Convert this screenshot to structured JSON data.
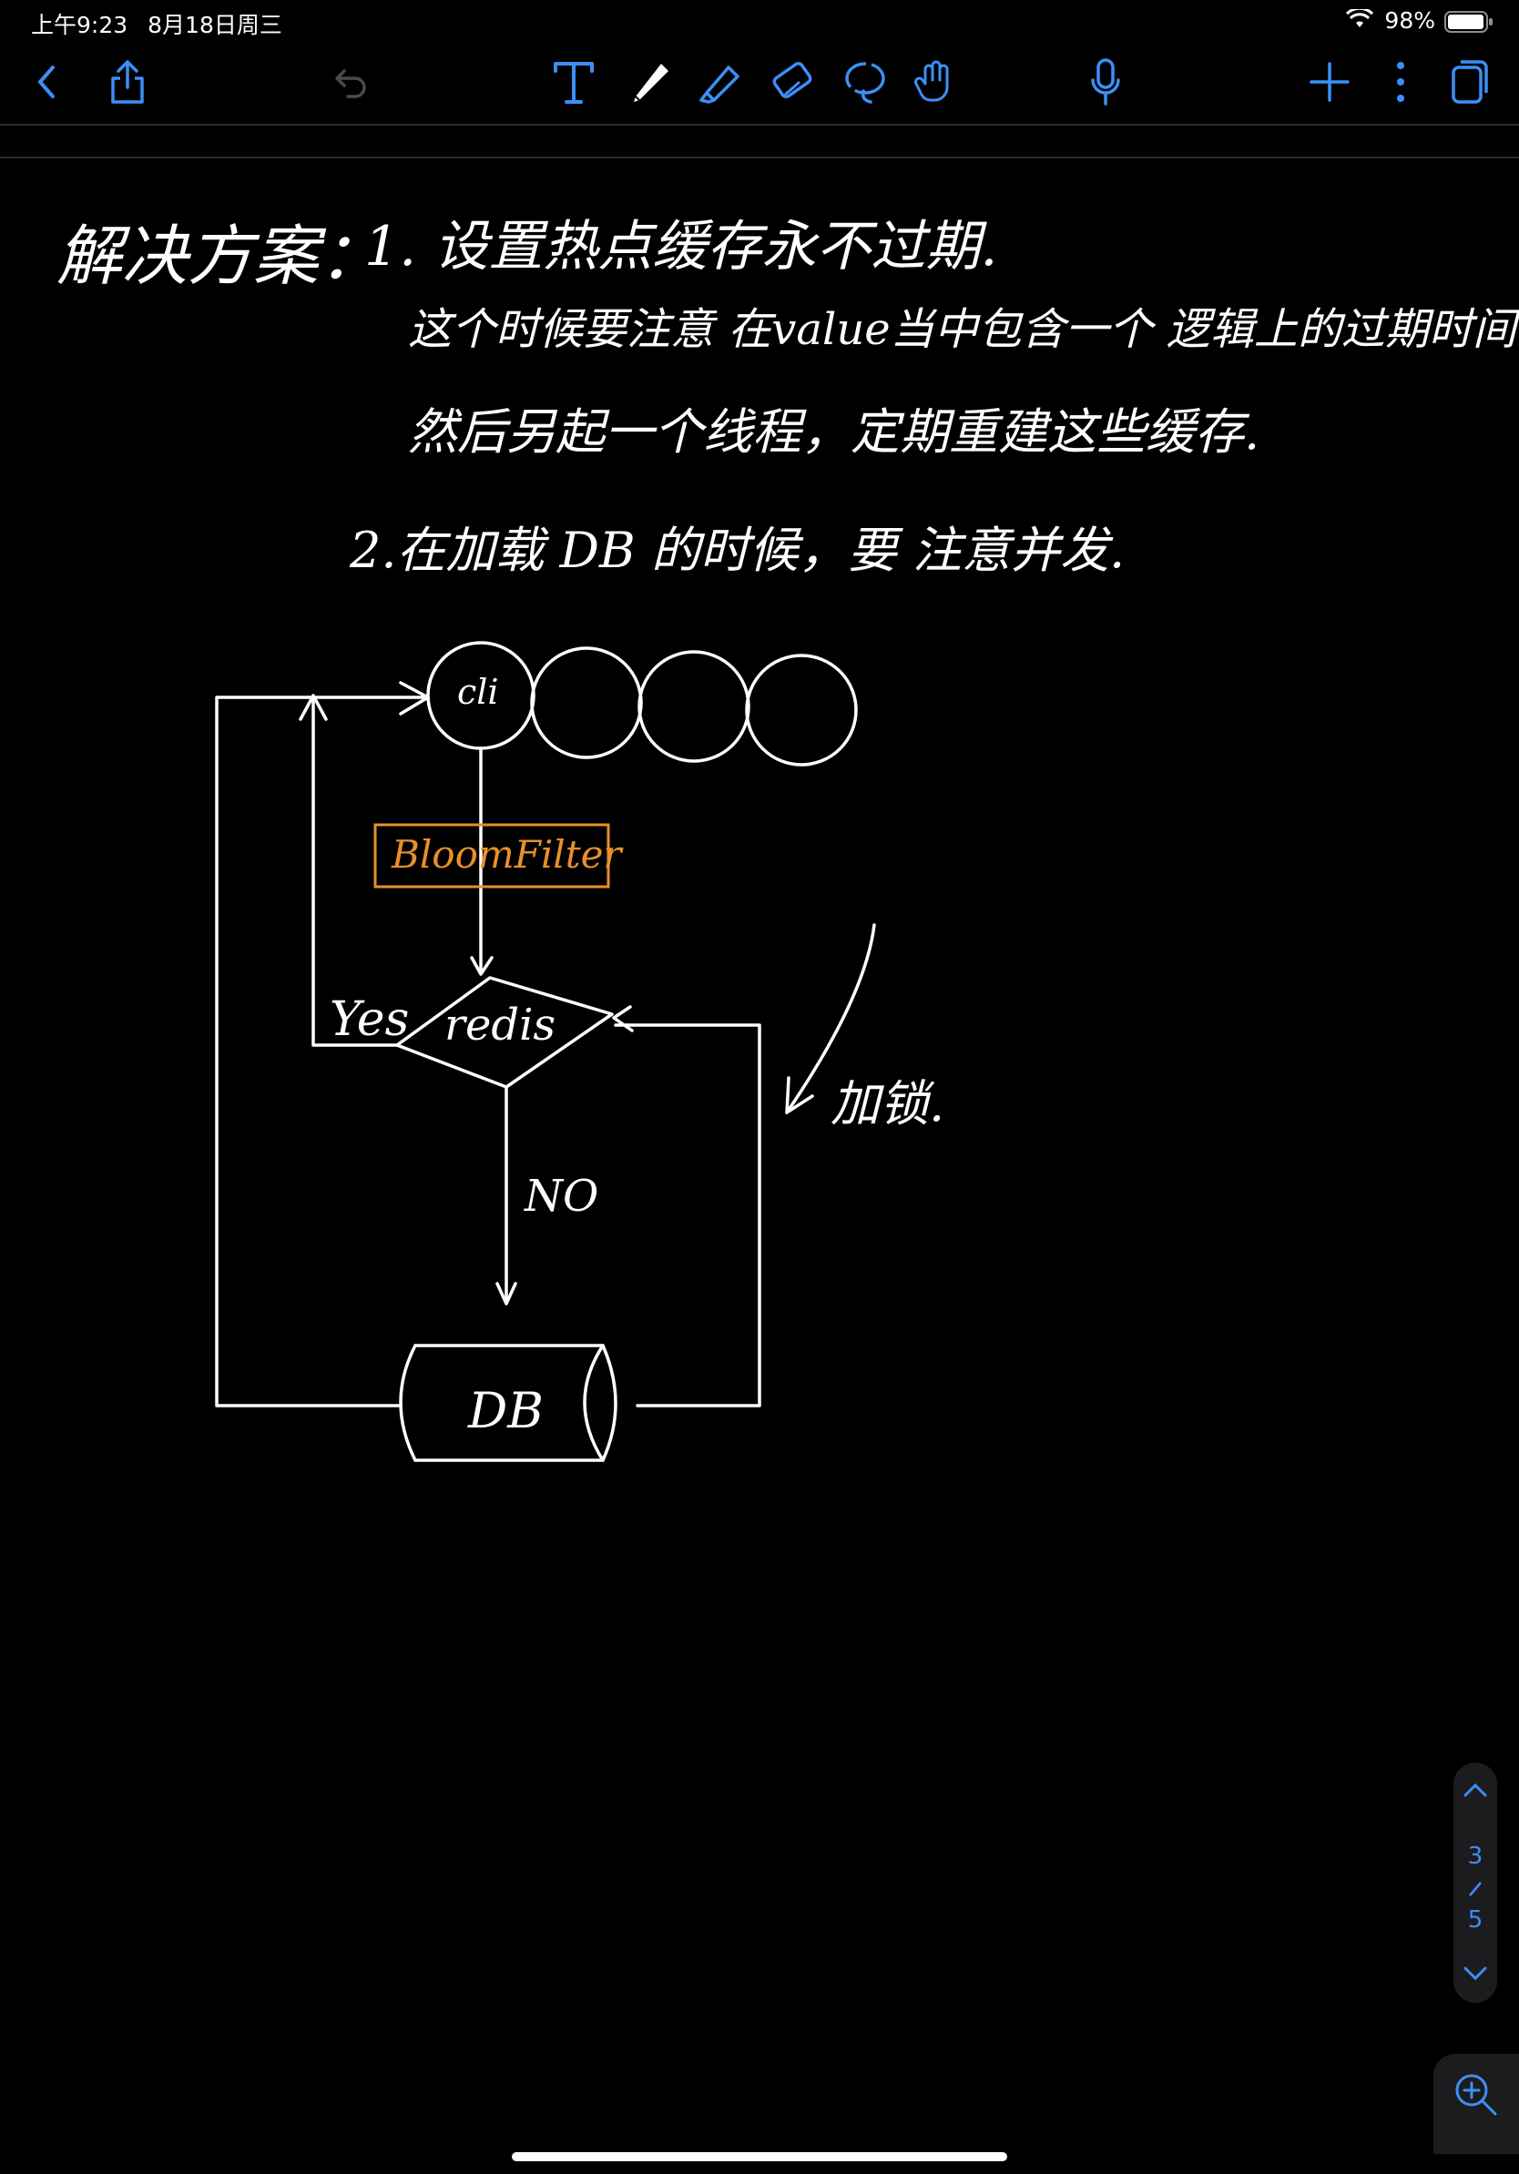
{
  "status_bar": {
    "time": "上午9:23",
    "date": "8月18日周三",
    "battery": "98%"
  },
  "toolbar": {
    "icons": [
      "back-icon",
      "share-icon",
      "undo-icon",
      "text-tool-icon",
      "pen-icon",
      "highlighter-icon",
      "eraser-icon",
      "lasso-icon",
      "hand-icon",
      "microphone-icon",
      "add-icon",
      "more-icon",
      "pages-icon"
    ]
  },
  "note": {
    "heading": "解决方案：",
    "line1": "1. 设置热点缓存永不过期.",
    "line2": "这个时候要注意 在value当中包含一个 逻辑上的过期时间",
    "line3": "然后另起一个线程，定期重建这些缓存.",
    "line4": "2.在加载 DB 的时候，要 注意并发."
  },
  "diagram": {
    "client_label": "cli",
    "filter_label": "BloomFilter",
    "redis_label": "redis",
    "yes_label": "Yes",
    "no_label": "NO",
    "db_label": "DB",
    "lock_label": "加锁."
  },
  "page_nav": {
    "current": "3",
    "total": "5"
  },
  "colors": {
    "background": "#000000",
    "accent": "#3c8ff7",
    "ink": "#ffffff",
    "highlight": "#e8902a"
  }
}
